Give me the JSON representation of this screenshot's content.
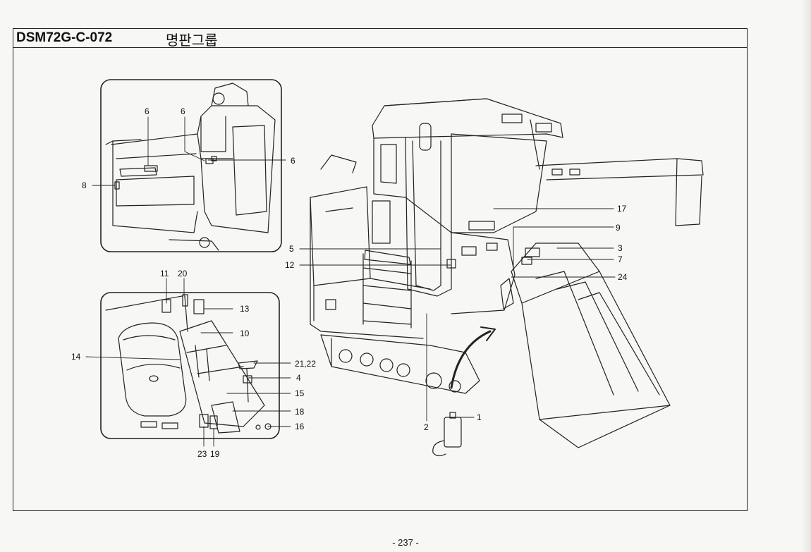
{
  "header": {
    "code": "DSM72G-C-072",
    "title": "명판그룹"
  },
  "callouts": {
    "c1": "1",
    "c2": "2",
    "c3": "3",
    "c4": "4",
    "c5": "5",
    "c6a": "6",
    "c6b": "6",
    "c6c": "6",
    "c7": "7",
    "c8": "8",
    "c9": "9",
    "c10": "10",
    "c11": "11",
    "c12": "12",
    "c13": "13",
    "c14": "14",
    "c15": "15",
    "c16": "16",
    "c17": "17",
    "c18": "18",
    "c19": "19",
    "c20": "20",
    "c21_22": "21,22",
    "c23": "23",
    "c24": "24"
  },
  "footer": {
    "page": "- 237 -"
  }
}
